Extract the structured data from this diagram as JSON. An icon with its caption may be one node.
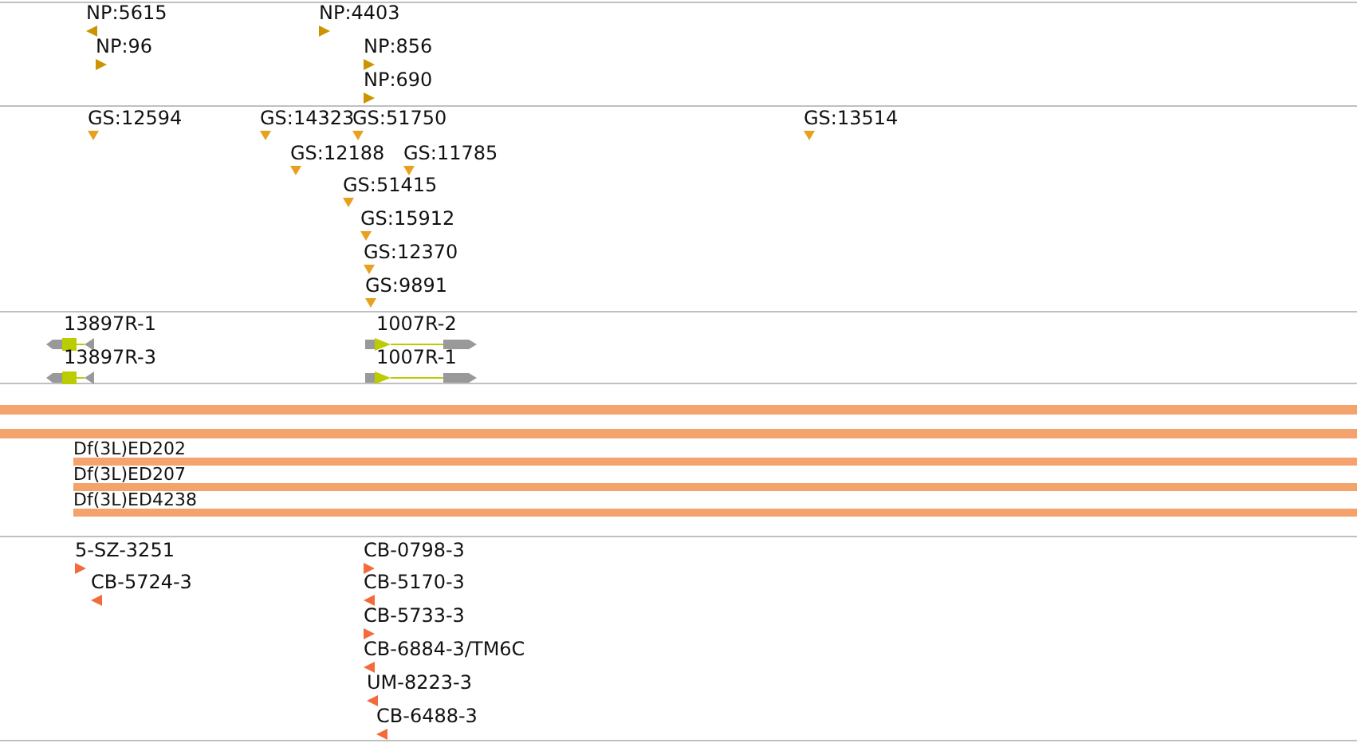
{
  "diagram": {
    "labels": [
      "NP:5615",
      "NP:4403",
      "NP:96",
      "NP:856",
      "NP:690",
      "GS:12594",
      "GS:14323",
      "GS:51750",
      "GS:13514",
      "GS:12188",
      "GS:11785",
      "GS:51415",
      "GS:15912",
      "GS:12370",
      "GS:9891",
      "13897R-1",
      "1007R-2",
      "13897R-3",
      "1007R-1",
      "Df(3L)ED202",
      "Df(3L)ED207",
      "Df(3L)ED4238",
      "5-SZ-3251",
      "CB-0798-3",
      "CB-5724-3",
      "CB-5170-3",
      "CB-5733-3",
      "CB-6884-3/TM6C",
      "UM-8223-3",
      "CB-6488-3"
    ]
  }
}
